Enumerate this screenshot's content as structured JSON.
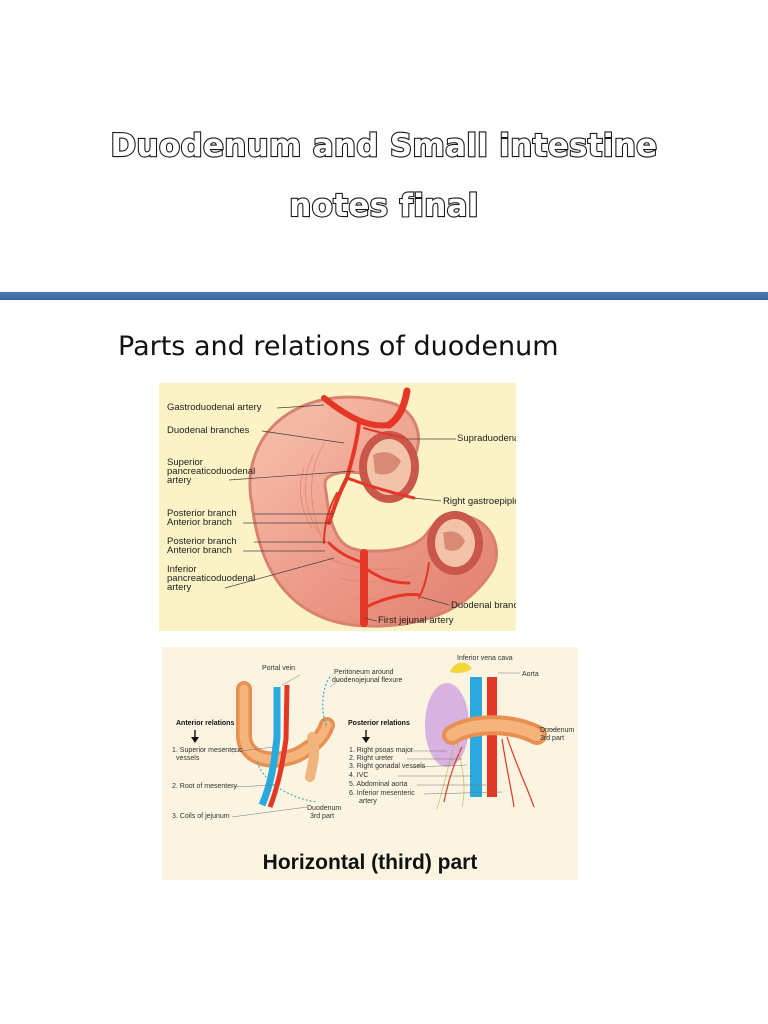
{
  "document": {
    "title_line1": "Duodenum and  Small intestine",
    "title_line2": "notes final",
    "section_heading": "Parts and  relations of duodenum"
  },
  "figure1": {
    "labels": {
      "gastroduodenal": "Gastroduodenal artery",
      "duodenal_branches": "Duodenal branches",
      "superior_l1": "Superior",
      "superior_l2": "pancreaticoduodenal",
      "superior_l3": "artery",
      "posterior1": "Posterior branch",
      "anterior1": "Anterior branch",
      "posterior2": "Posterior branch",
      "anterior2": "Anterior branch",
      "inferior_l1": "Inferior",
      "inferior_l2": "pancreaticoduodenal",
      "inferior_l3": "artery",
      "supraduodenal": "Supraduodenal arte",
      "right_gastroepiploic": "Right gastroepiploic",
      "duodenal_branch": "Duodenal branch",
      "first_jejunal": "First jejunal artery"
    }
  },
  "figure2": {
    "caption": "Horizontal (third) part",
    "labels": {
      "portal_vein": "Portal vein",
      "peritoneum_l1": "Peritoneum around",
      "peritoneum_l2": "duodenojejunal flexure",
      "inferior_vena_cava": "Inferior vena cava",
      "aorta": "Aorta",
      "anterior_relations": "Anterior relations",
      "posterior_relations": "Posterior relations",
      "ant1_l1": "1. Superior mesenteric",
      "ant1_l2": "vessels",
      "ant2": "2. Root of mesentery",
      "ant3": "3. Coils of jejunum",
      "duodenum_l1": "Duodenum",
      "duodenum_l2": "3rd part",
      "post1": "1. Right psoas major",
      "post2": "2. Right ureter",
      "post3": "3. Right gonadal vessels",
      "post4": "4. IVC",
      "post5": "5. Abdominal aorta",
      "post6_l1": "6. Inferior mesenteric",
      "post6_l2": "artery",
      "duodenum_r_l1": "Duodenum",
      "duodenum_r_l2": "3rd part"
    }
  },
  "colors": {
    "rule": "#4a76b2",
    "figure1_bg": "#fbf3c6",
    "figure2_bg": "#faf4e1",
    "artery": "#e8352c",
    "vein": "#2aa9df",
    "duodenum": "#f0a06a"
  }
}
